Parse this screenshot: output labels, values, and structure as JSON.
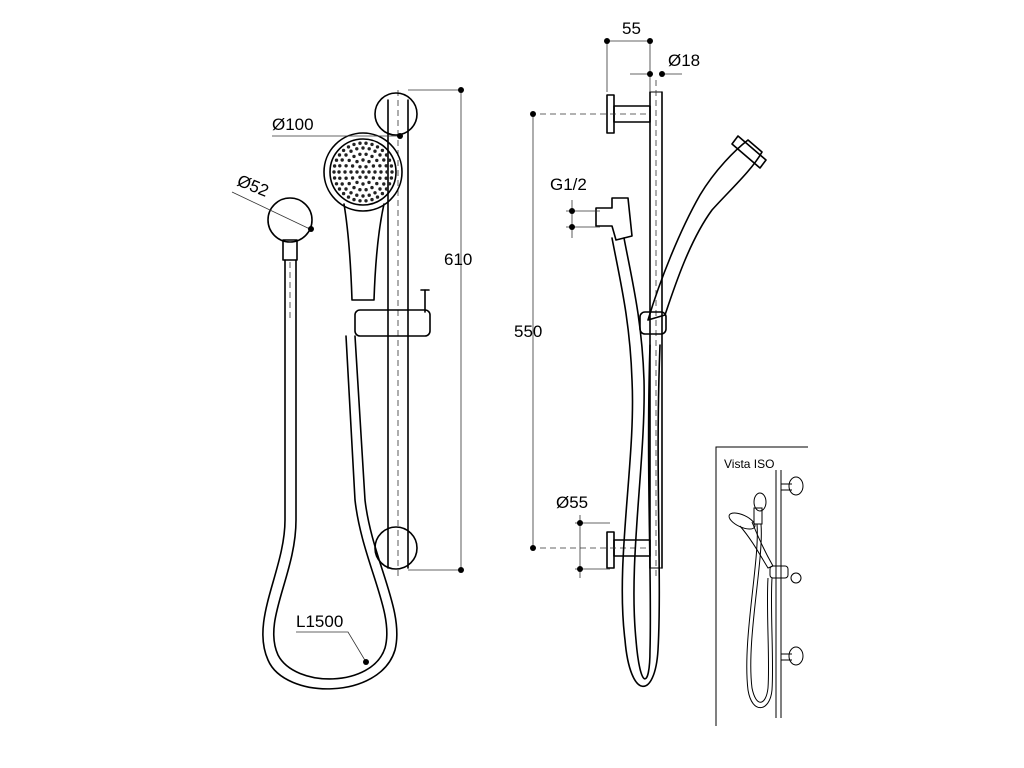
{
  "front_view": {
    "dim_height": "610",
    "dim_head_diameter": "Ø100",
    "dim_outlet_diameter": "Ø52",
    "dim_hose_length": "L1500"
  },
  "side_view": {
    "dim_projection": "55",
    "dim_rail_diameter": "Ø18",
    "dim_thread": "G1/2",
    "dim_bracket_spacing": "550",
    "dim_bracket_diameter": "Ø55"
  },
  "iso_view": {
    "title": "Vista ISO"
  }
}
